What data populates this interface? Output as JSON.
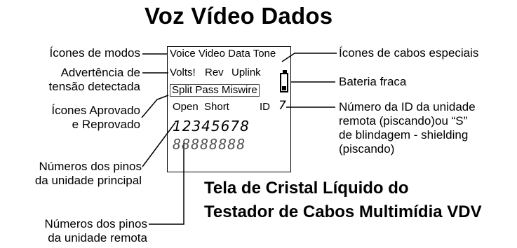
{
  "title": "Voz Vídeo Dados",
  "left_labels": {
    "modes": "Ícones de modos",
    "voltage_line1": "Advertência de",
    "voltage_line2": "tensão detectada",
    "pass_fail_line1": "Ícones Aprovado",
    "pass_fail_line2": "e Reprovado",
    "main_pins_line1": "Números dos pinos",
    "main_pins_line2": "da unidade principal",
    "remote_pins_line1": "Números dos pinos",
    "remote_pins_line2": "da unidade remota"
  },
  "right_labels": {
    "special_cables": "Ícones de cabos especiais",
    "low_battery": "Bateria fraca",
    "remote_id_line1": "Número da ID da unidade",
    "remote_id_line2": "remota (piscando)ou “S”",
    "remote_id_line3": "de blindagem - shielding",
    "remote_id_line4": "(piscando)"
  },
  "lcd": {
    "row1": "Voice Video Data Tone",
    "row2_volts": "Volts!",
    "row2_rev": "Rev",
    "row2_uplink": "Uplink",
    "row3": "Split Pass Miswire",
    "row4_open": "Open",
    "row4_short": "Short",
    "row4_id": "ID",
    "row4_id_digit": "7",
    "pins": "12345678",
    "remote_digits": "88888888"
  },
  "caption": {
    "line1": "Tela de Cristal Líquido do",
    "line2": "Testador de Cabos Multimídia VDV"
  }
}
